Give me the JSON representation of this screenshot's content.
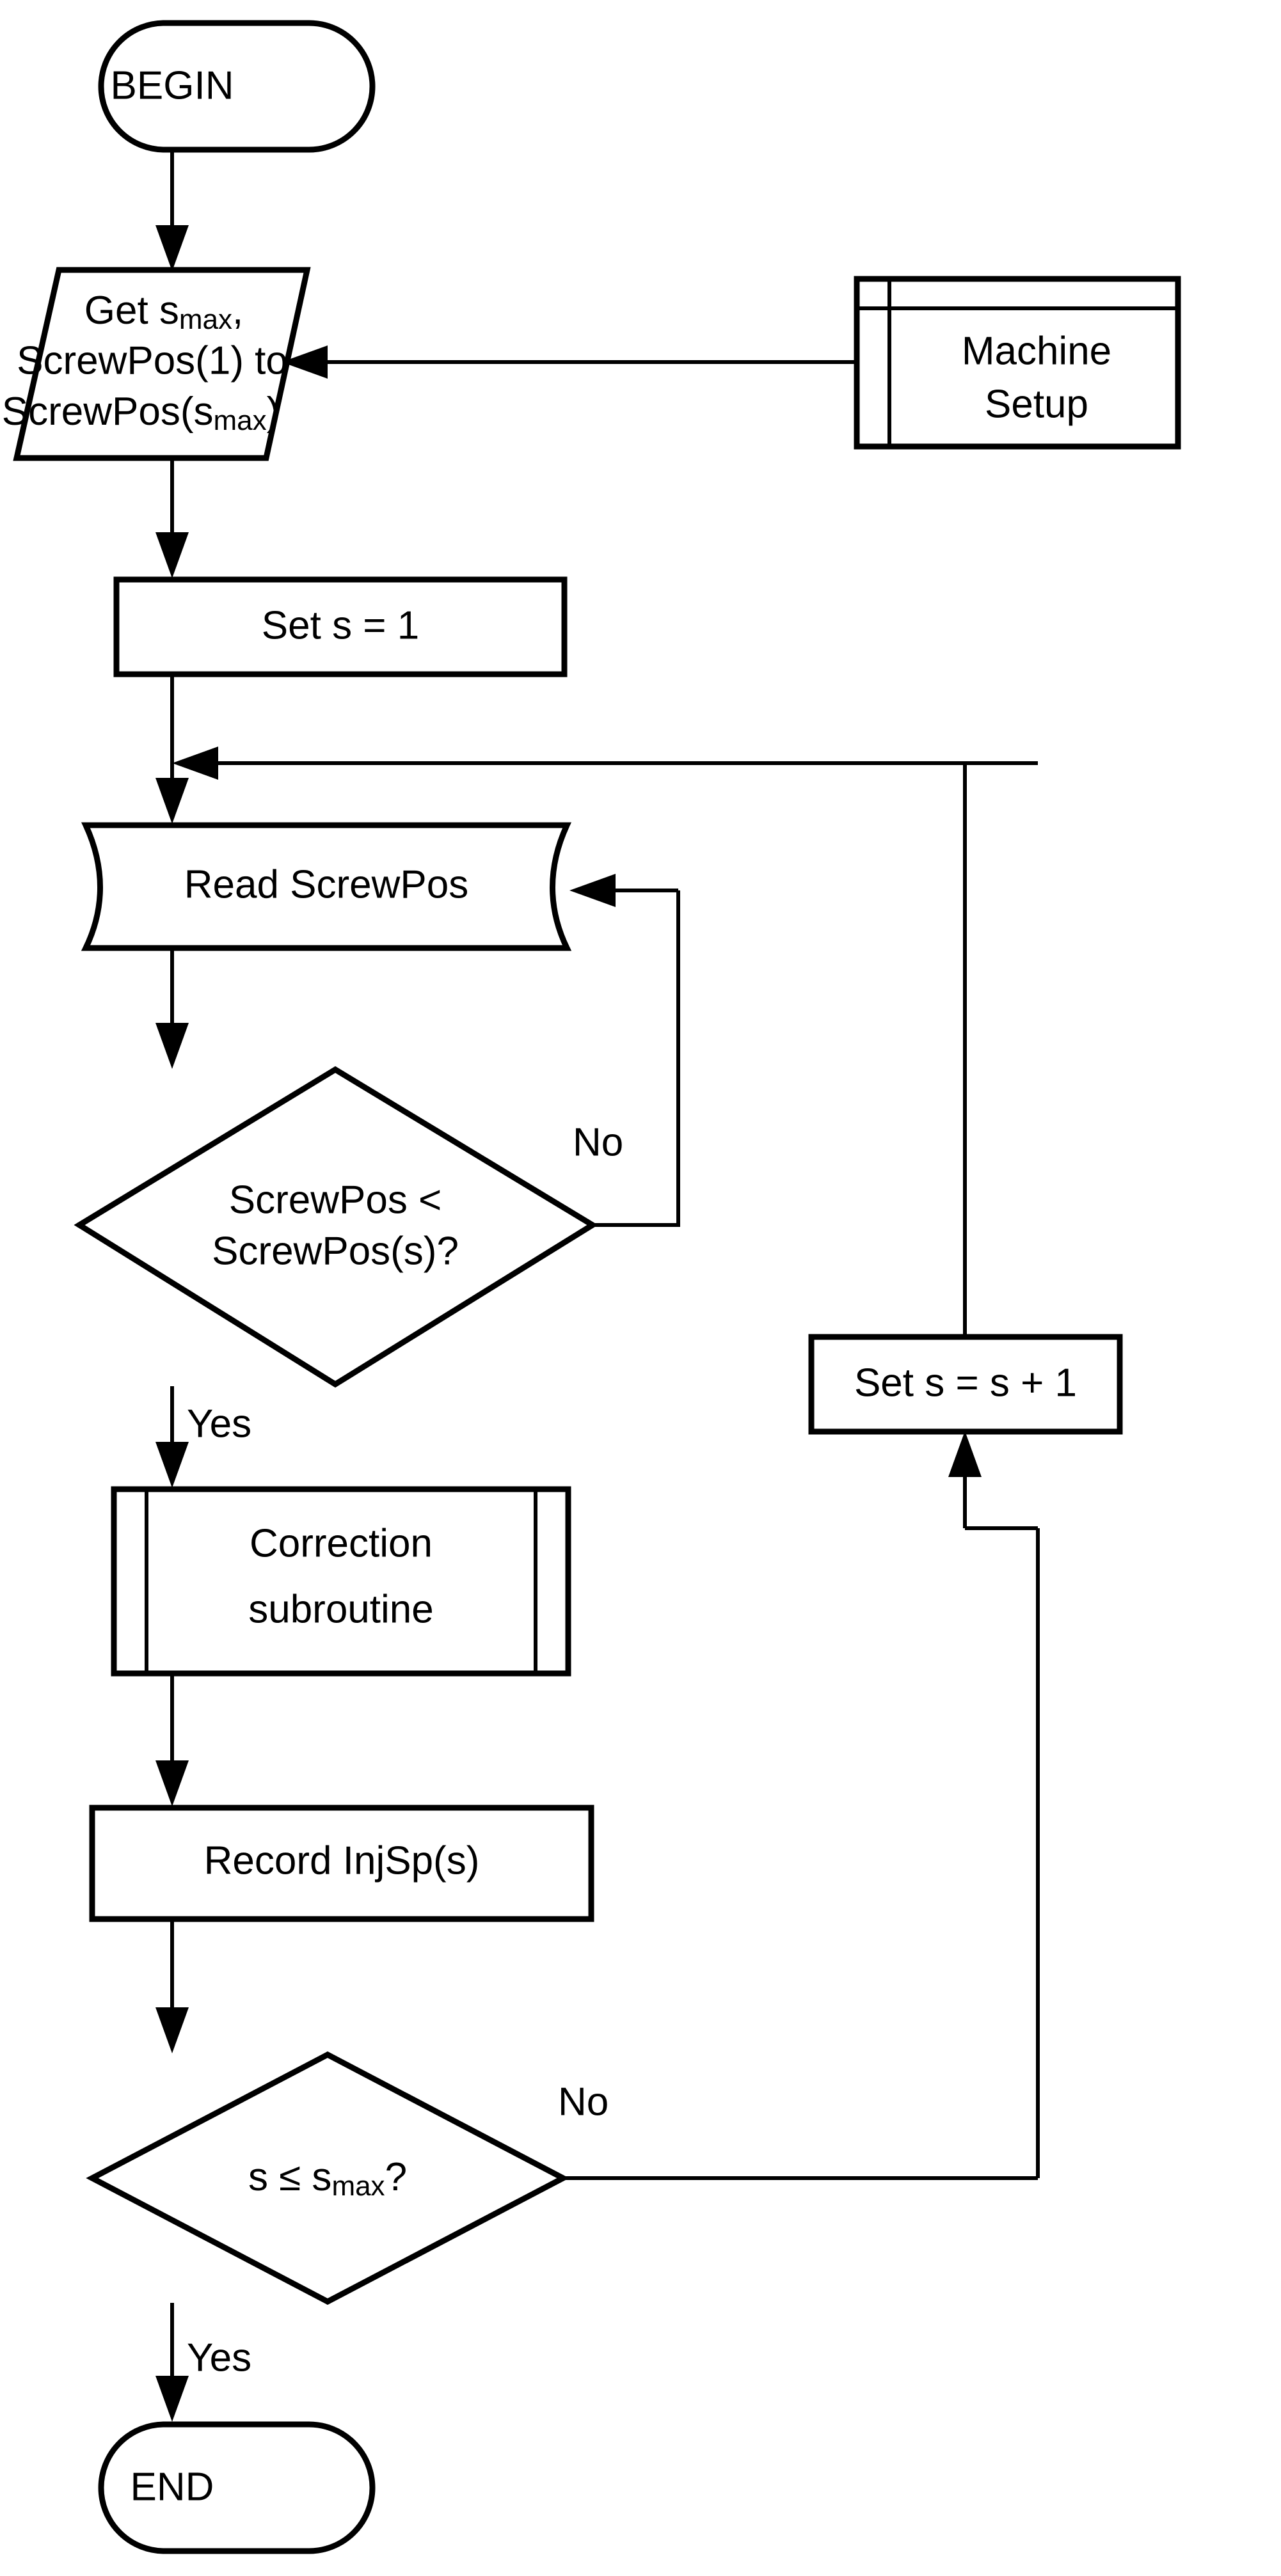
{
  "diagram": {
    "type": "flowchart",
    "orientation": "top-to-bottom",
    "background_color": "#ffffff",
    "line_color": "#000000",
    "nodes": [
      {
        "id": "begin",
        "shape": "terminator",
        "label": "BEGIN"
      },
      {
        "id": "get_inputs",
        "shape": "parallelogram-input",
        "label_line1_a": "Get s",
        "label_line1_sub": "max",
        "label_line1_b": ",",
        "label_line2": "ScrewPos(1) to",
        "label_line3_a": "ScrewPos(s",
        "label_line3_sub": "max",
        "label_line3_b": ")"
      },
      {
        "id": "machine_setup",
        "shape": "internal-storage",
        "label_line1": "Machine",
        "label_line2": "Setup"
      },
      {
        "id": "set_s_1",
        "shape": "process",
        "label": "Set s = 1"
      },
      {
        "id": "read_screwpos",
        "shape": "sequential-data",
        "label": "Read ScrewPos"
      },
      {
        "id": "decision_screwpos",
        "shape": "decision",
        "label_line1": "ScrewPos <",
        "label_line2": "ScrewPos(s)?"
      },
      {
        "id": "correction_subroutine",
        "shape": "predefined-process",
        "label_line1": "Correction",
        "label_line2": "subroutine"
      },
      {
        "id": "record_injsp",
        "shape": "process",
        "label": "Record InjSp(s)"
      },
      {
        "id": "decision_smax",
        "shape": "decision",
        "label_a": "s ≤ s",
        "label_sub": "max",
        "label_b": "?"
      },
      {
        "id": "set_s_inc",
        "shape": "process",
        "label": "Set s = s + 1"
      },
      {
        "id": "end",
        "shape": "terminator",
        "label": "END"
      }
    ],
    "edge_labels": {
      "decision_screwpos_no": "No",
      "decision_screwpos_yes": "Yes",
      "decision_smax_no": "No",
      "decision_smax_yes": "Yes"
    },
    "edges": [
      {
        "from": "begin",
        "to": "get_inputs",
        "label": ""
      },
      {
        "from": "machine_setup",
        "to": "get_inputs",
        "label": ""
      },
      {
        "from": "get_inputs",
        "to": "set_s_1",
        "label": ""
      },
      {
        "from": "set_s_1",
        "to": "read_screwpos",
        "label": ""
      },
      {
        "from": "read_screwpos",
        "to": "decision_screwpos",
        "label": ""
      },
      {
        "from": "decision_screwpos",
        "to": "read_screwpos",
        "label": "No"
      },
      {
        "from": "decision_screwpos",
        "to": "correction_subroutine",
        "label": "Yes"
      },
      {
        "from": "correction_subroutine",
        "to": "record_injsp",
        "label": ""
      },
      {
        "from": "record_injsp",
        "to": "decision_smax",
        "label": ""
      },
      {
        "from": "decision_smax",
        "to": "set_s_inc",
        "label": "No"
      },
      {
        "from": "set_s_inc",
        "to": "read_screwpos",
        "label": ""
      },
      {
        "from": "decision_smax",
        "to": "end",
        "label": "Yes"
      }
    ]
  }
}
